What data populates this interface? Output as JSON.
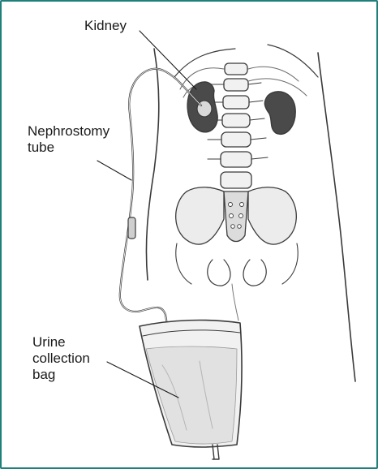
{
  "figure": {
    "border_color": "#1f7f7a",
    "labels": {
      "kidney": "Kidney",
      "nephrostomy_tube": "Nephrostomy\ntube",
      "urine_collection_bag": "Urine\ncollection\nbag"
    }
  }
}
